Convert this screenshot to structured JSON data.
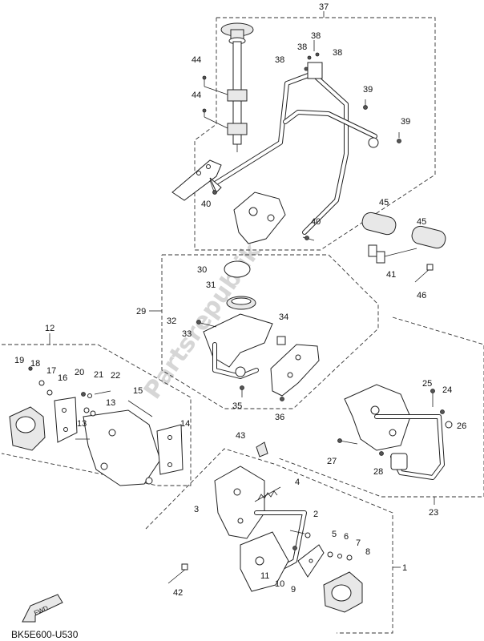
{
  "diagram": {
    "watermark": "Partsrepublik",
    "footer_code": "BK5E600-U530",
    "fwd_label": "FWD",
    "labels": {
      "p1": "1",
      "p2": "2",
      "p3": "3",
      "p4": "4",
      "p5": "5",
      "p6": "6",
      "p7": "7",
      "p8": "8",
      "p9": "9",
      "p10": "10",
      "p11": "11",
      "p12": "12",
      "p13a": "13",
      "p13b": "13",
      "p14": "14",
      "p15": "15",
      "p16": "16",
      "p17": "17",
      "p18": "18",
      "p19": "19",
      "p20": "20",
      "p21": "21",
      "p22": "22",
      "p23": "23",
      "p24": "24",
      "p25": "25",
      "p26": "26",
      "p27": "27",
      "p28": "28",
      "p29": "29",
      "p30": "30",
      "p31": "31",
      "p32": "32",
      "p33": "33",
      "p34": "34",
      "p35": "35",
      "p36": "36",
      "p37": "37",
      "p38a": "38",
      "p38b": "38",
      "p38c": "38",
      "p38d": "38",
      "p39a": "39",
      "p39b": "39",
      "p40a": "40",
      "p40b": "40",
      "p41": "41",
      "p42": "42",
      "p43": "43",
      "p44a": "44",
      "p44b": "44",
      "p45a": "45",
      "p45b": "45",
      "p46": "46"
    }
  }
}
